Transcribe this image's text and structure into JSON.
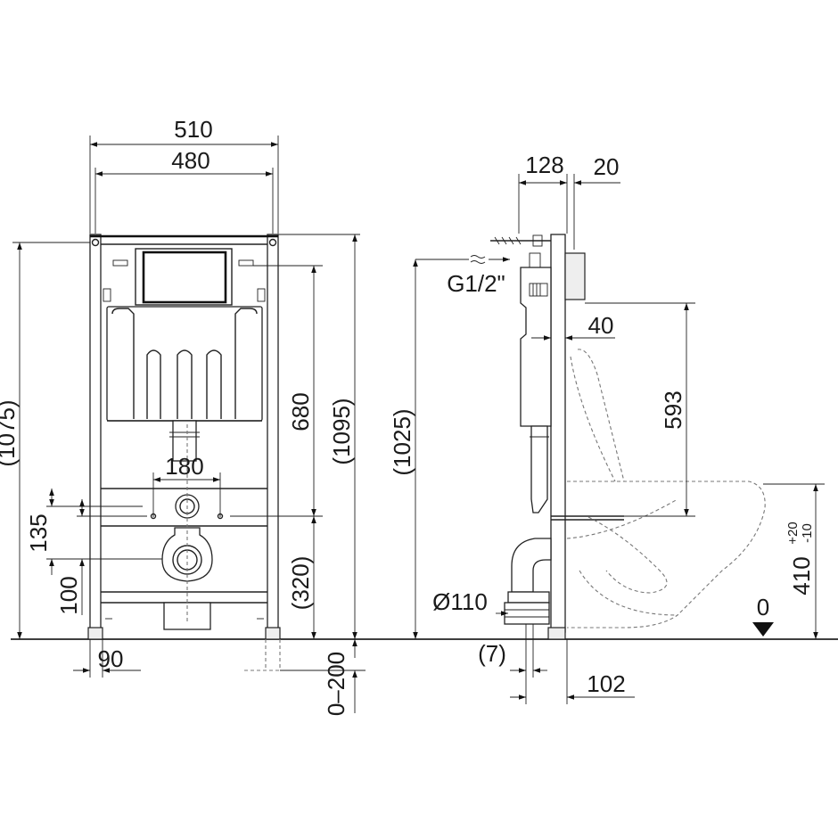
{
  "front_view": {
    "width_outer": "510",
    "width_inner": "480",
    "height_left": "(1075)",
    "height_right": "(1095)",
    "cistern_height": "680",
    "lower_height": "(320)",
    "connection_spacing": "180",
    "connection_height": "135",
    "drain_height": "100",
    "foot_width": "90",
    "foot_extension": "0–200"
  },
  "side_view": {
    "depth_128": "128",
    "depth_20": "20",
    "water_connection": "G1/2\"",
    "offset_40": "40",
    "height_593": "593",
    "total_height": "(1025)",
    "drain_diameter": "Ø110",
    "offset_7": "(7)",
    "offset_102": "102",
    "bowl_height": "410",
    "bowl_tol_plus": "+20",
    "bowl_tol_minus": "-10",
    "floor_level": "0"
  }
}
